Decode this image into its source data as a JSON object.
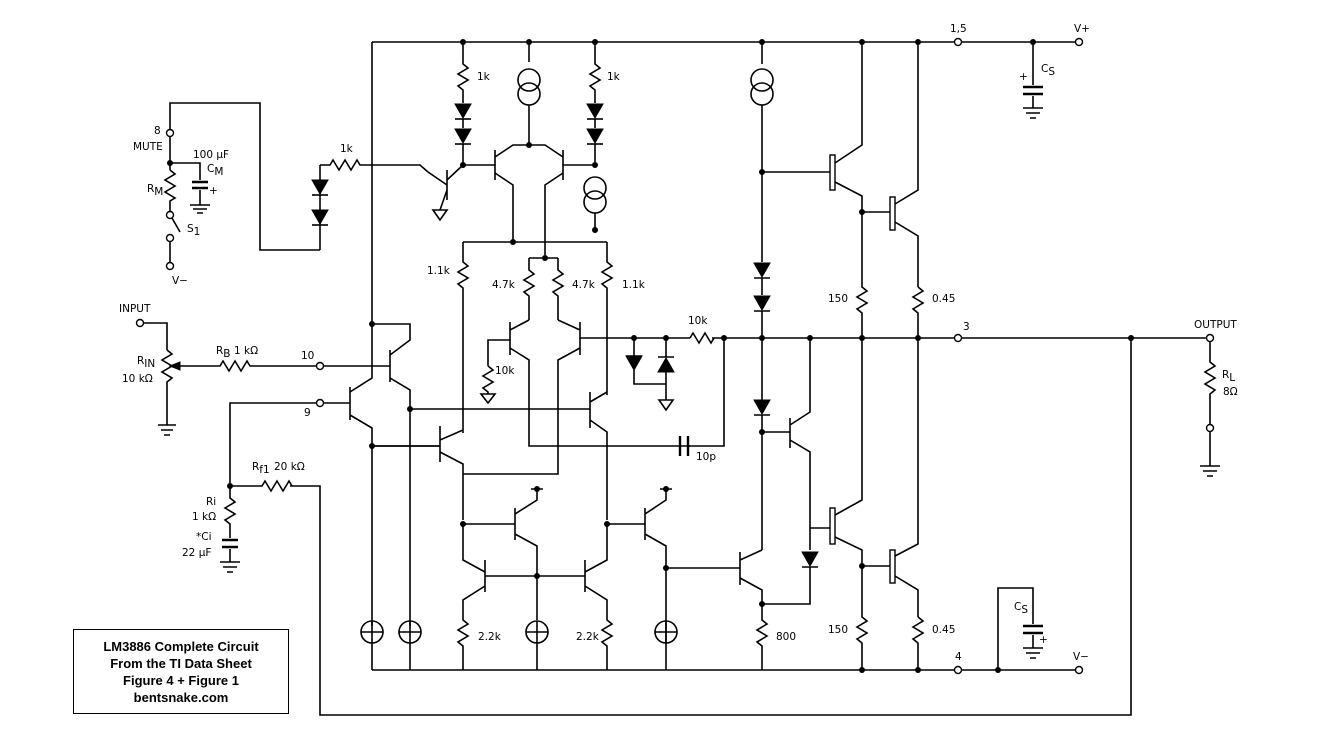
{
  "title_box": {
    "line1": "LM3886 Complete Circuit",
    "line2": "From the TI Data Sheet",
    "line3": "Figure 4 + Figure 1",
    "line4": "bentsnake.com"
  },
  "labels": {
    "mute_pin": "8",
    "mute": "MUTE",
    "cm_value": "100 µF",
    "cm_name": "C",
    "cm_sub": "M",
    "rm_name": "R",
    "rm_sub": "M",
    "s1_name": "S",
    "s1_sub": "1",
    "vminus_left": "V−",
    "input": "INPUT",
    "rin_name": "R",
    "rin_sub": "IN",
    "rin_value": "10 kΩ",
    "rb_name": "R",
    "rb_sub": "B",
    "rb_value": "1 kΩ",
    "pin10": "10",
    "pin9": "9",
    "rf1_name": "R",
    "rf1_sub": "f1",
    "rf1_value": "20 kΩ",
    "ri_name": "Ri",
    "ri_value": "1 kΩ",
    "ci_name": "*Ci",
    "ci_value": "22 µF",
    "r_mute_1k": "1k",
    "r_top_left_1k": "1k",
    "r_top_right_1k": "1k",
    "r_1k1_left": "1.1k",
    "r_4k7_left": "4.7k",
    "r_4k7_right": "4.7k",
    "r_1k1_right": "1.1k",
    "r_10k_bias": "10k",
    "r_10k_series": "10k",
    "c_10p": "10p",
    "r_2k2_left": "2.2k",
    "r_2k2_right": "2.2k",
    "r_800": "800",
    "r_150_top": "150",
    "r_045_top": "0.45",
    "r_150_bottom": "150",
    "r_045_bottom": "0.45",
    "pin15": "1,5",
    "vplus": "V+",
    "cs_top_name": "C",
    "cs_top_sub": "S",
    "plus": "+",
    "pin3": "3",
    "output": "OUTPUT",
    "rl_name": "R",
    "rl_sub": "L",
    "rl_value": "8Ω",
    "pin4": "4",
    "vminus_right": "V−",
    "cs_bottom_name": "C",
    "cs_bottom_sub": "S"
  }
}
